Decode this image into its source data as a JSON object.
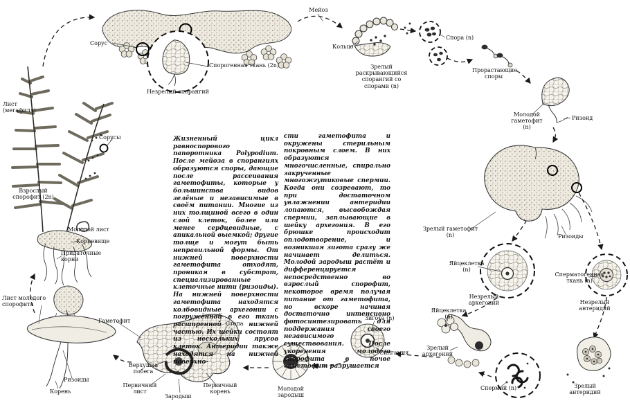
{
  "figure": {
    "subject": "Жизненный цикл папоротника Polypodium"
  },
  "colors": {
    "paper": "#ffffff",
    "ink": "#1a1a1a"
  },
  "labels": {
    "meiosis": "Мейоз",
    "sorus": "Сорус",
    "sporogenous_tissue": "Спорогенная ткань (2n)",
    "immature_sporangium": "Незрелый спорангий",
    "annulus": "Кольцо",
    "mature_sporangium": "Зрелый раскрывающийся спорангий со спорами (n)",
    "spore": "Спора (n)",
    "germinating_spores": "Прорастающие споры",
    "young_gametophyte": "Молодой гаметофит (n)",
    "rhizoid": "Ризоид",
    "leaf_megaphyll": "Лист (мегафилл)",
    "sori": "Сорусы",
    "adult_sporophyte": "Взрослый спорофит (2n)",
    "young_leaf": "Молодой лист",
    "rhizome": "Корневище",
    "adventitious_roots": "Придаточные корни",
    "young_sporophyte_leaf": "Лист молодого спорофита",
    "gametophyte": "Гаметофит",
    "rhizoids_sporophyte": "Ризоиды",
    "root": "Корень",
    "mature_gametophyte": "Зрелый гаметофит (n)",
    "rhizoids_gametophyte": "Ризоиды",
    "egg_cell_inset": "Яйцеклетка (n)",
    "spermatogenous_tissue": "Сперматогенная ткань (n)",
    "immature_archegonium": "Незрелый архегоний",
    "immature_antheridium": "Незрелый антеридий",
    "mature_archegonium": "Зрелый архегоний",
    "mature_antheridium": "Зрелый антеридий",
    "sperm": "Спермий (n)",
    "egg_cell": "Яйцеклетка (n)",
    "zygote": "Зигота (n)",
    "syngamy": "Сингамия",
    "young_embryo": "Молодой зародыш",
    "foot": "Стопа",
    "shoot_apex": "Верхушка побега",
    "primary_leaf": "Первичный лист",
    "embryo": "Зародыш",
    "primary_root": "Первичный корень"
  },
  "description": {
    "left_column": "Жизненный цикл равноспорового папоротника Polypodium. После мейоза в спорангиях образуются споры, дающие после рассеивания гаметофиты, которые у большинства видов зелёные и независимые в своём питании. Многие из них толщиной всего в один слой клеток, более или менее сердцевидные, с апикальной выемкой; другие толще и могут быть неправильной формы. От нижней поверхности гаметофита отходят, проникая в субстрат, специализированные клеточные нити (ризоиды). На нижней поверхности гаметофита находятся колбовидные архегонии с погружённой в его ткань расширенной нижней частью. Их шейки состоят из нескольких ярусов клеток. Антеридии также находятся на нижней поверхно-",
    "right_column": "сти гаметофита и окружены стерильным покровным слоем. В них образуются многочисленные, спирально закрученные многожгутиковые спермии. Когда они созревают, то при достаточном увлажнении антеридии лопаются, высвобождая спермии, заплывающие в шейку архегония. В его брюшке происходит оплодотворение, и возникшая зигота сразу же начинает делиться. Молодой зародыш растёт и дифференцируется непосредственно во взрослый спорофит, некоторое время получая питание от гаметофита, но вскоре начиная достаточно интенсивно фотосинтезировать для поддержания своего независимого существования. После укоренения молодого спорофита в почве гаметофит разрушается"
  }
}
